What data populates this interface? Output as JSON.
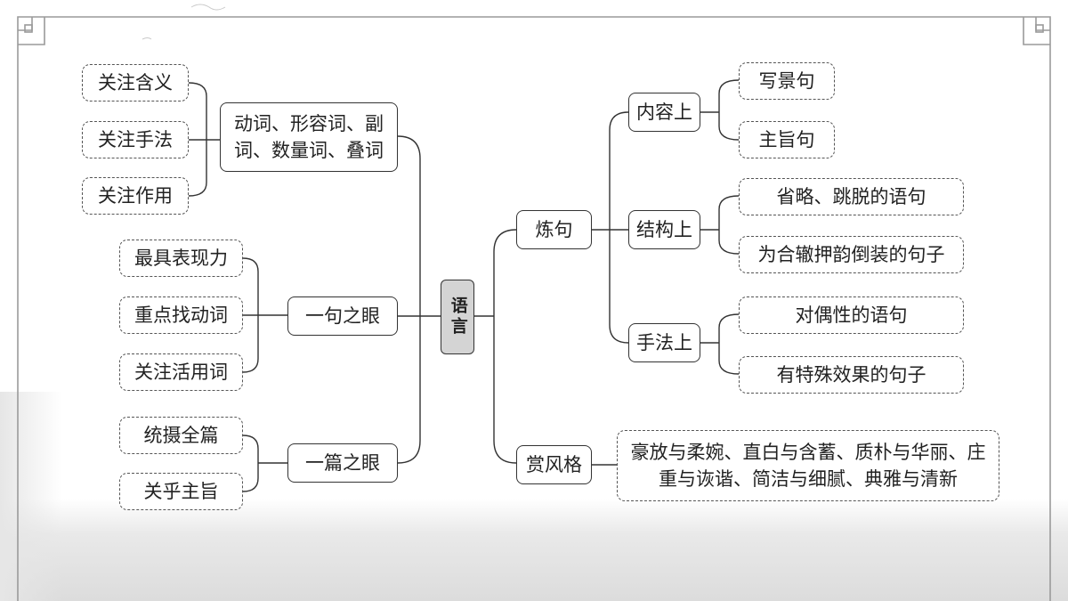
{
  "root": {
    "label": "语言"
  },
  "left": {
    "word_eye": {
      "label": "动词、形容词、副词、数量词、叠词",
      "children": [
        "关注含义",
        "关注手法",
        "关注作用"
      ]
    },
    "sentence_eye": {
      "label": "一句之眼",
      "children": [
        "最具表现力",
        "重点找动词",
        "关注活用词"
      ]
    },
    "article_eye": {
      "label": "一篇之眼",
      "children": [
        "统摄全篇",
        "关乎主旨"
      ]
    }
  },
  "right": {
    "refine": {
      "label": "炼句",
      "content": {
        "label": "内容上",
        "children": [
          "写景句",
          "主旨句"
        ]
      },
      "structure": {
        "label": "结构上",
        "children": [
          "省略、跳脱的语句",
          "为合辙押韵倒装的句子"
        ]
      },
      "technique": {
        "label": "手法上",
        "children": [
          "对偶性的语句",
          "有特殊效果的句子"
        ]
      }
    },
    "style": {
      "label": "赏风格",
      "detail": "豪放与柔婉、直白与含蓄、质朴与华丽、庄重与诙谐、简洁与细腻、典雅与清新"
    }
  }
}
